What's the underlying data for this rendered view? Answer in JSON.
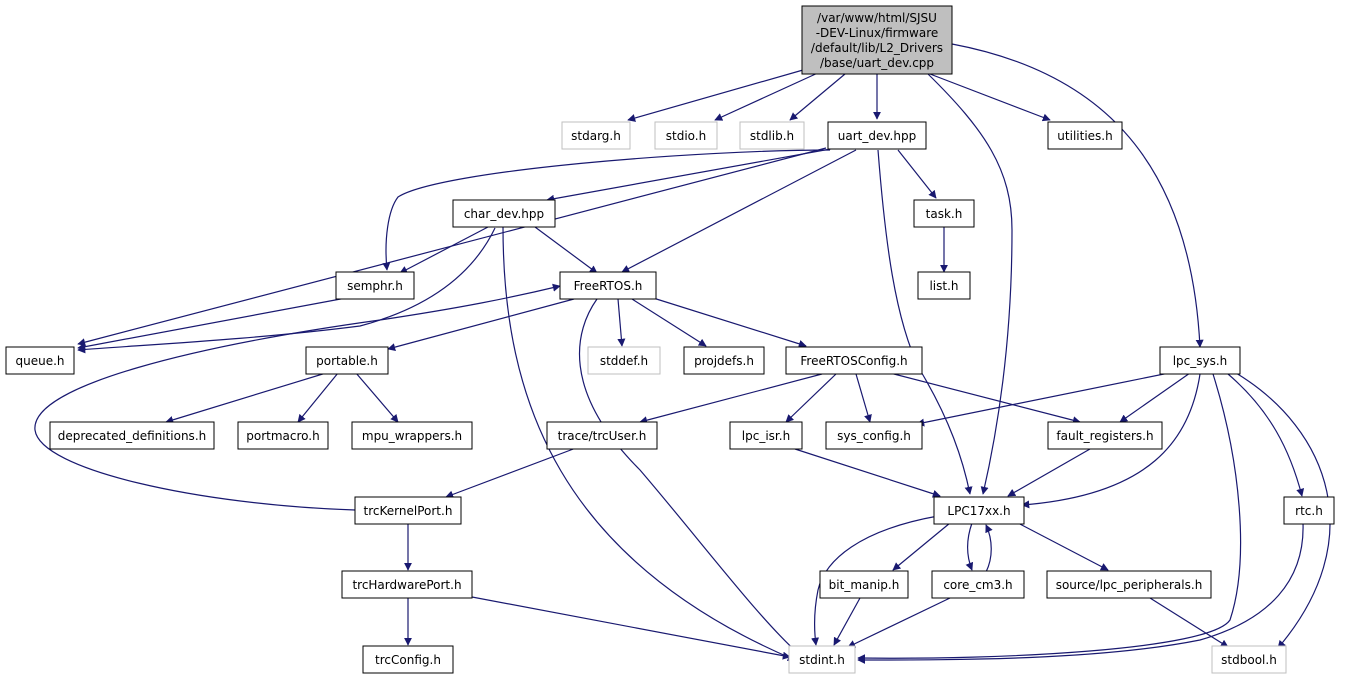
{
  "colors": {
    "edge": "#191970",
    "node_border": "#000000",
    "missing_border": "#bfbfbf",
    "root_fill": "#bfbfbf",
    "node_fill": "#ffffff"
  },
  "nodes": {
    "root": [
      "/var/www/html/SJSU",
      "-DEV-Linux/firmware",
      "/default/lib/L2_Drivers",
      "/base/uart_dev.cpp"
    ],
    "stdarg": "stdarg.h",
    "stdio": "stdio.h",
    "stdlib": "stdlib.h",
    "uart_dev_hpp": "uart_dev.hpp",
    "utilities": "utilities.h",
    "char_dev": "char_dev.hpp",
    "task": "task.h",
    "list": "list.h",
    "semphr": "semphr.h",
    "freertos": "FreeRTOS.h",
    "queue": "queue.h",
    "portable": "portable.h",
    "stddef": "stddef.h",
    "projdefs": "projdefs.h",
    "freertosconfig": "FreeRTOSConfig.h",
    "lpc_sys": "lpc_sys.h",
    "deprecated": "deprecated_definitions.h",
    "portmacro": "portmacro.h",
    "mpu_wrappers": "mpu_wrappers.h",
    "trcuser": "trace/trcUser.h",
    "lpc_isr": "lpc_isr.h",
    "sys_config": "sys_config.h",
    "fault_registers": "fault_registers.h",
    "trckernelport": "trcKernelPort.h",
    "lpc17xx": "LPC17xx.h",
    "rtc": "rtc.h",
    "trchardwareport": "trcHardwarePort.h",
    "bit_manip": "bit_manip.h",
    "core_cm3": "core_cm3.h",
    "lpc_peripherals": "source/lpc_peripherals.h",
    "trcconfig": "trcConfig.h",
    "stdint": "stdint.h",
    "stdbool": "stdbool.h"
  }
}
